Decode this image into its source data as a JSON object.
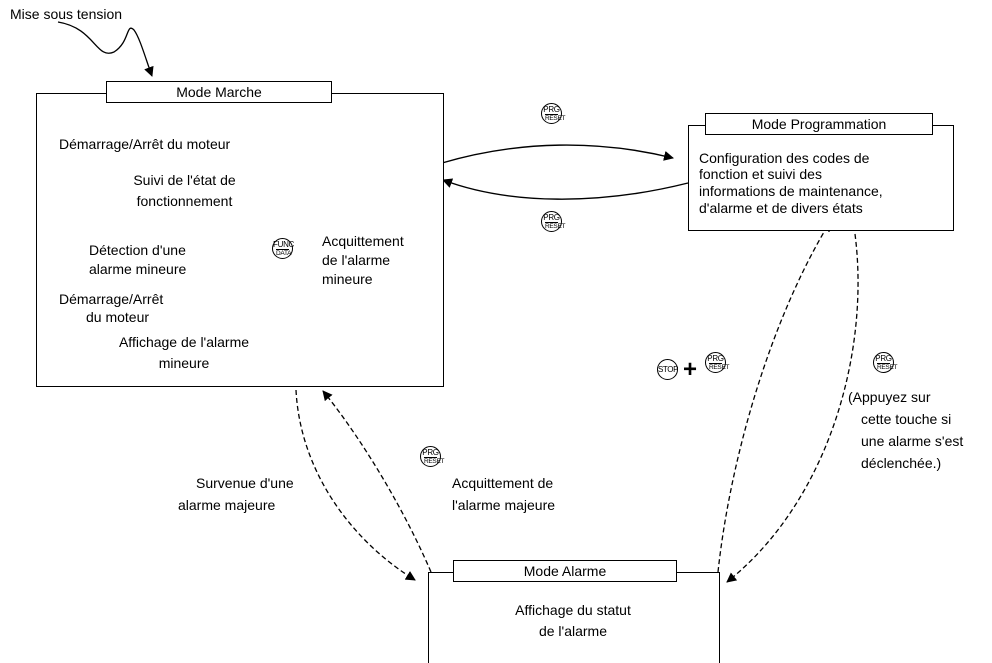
{
  "power_on_label": "Mise sous tension",
  "run_mode": {
    "title": "Mode Marche",
    "motor_start_stop": "Démarrage/Arrêt du moteur",
    "status_monitor": [
      "Suivi de l'état de",
      "fonctionnement"
    ],
    "minor_alarm_detect": [
      "Détection d'une",
      "alarme mineure"
    ],
    "motor_start_stop_2": [
      "Démarrage/Arrêt",
      "du moteur"
    ],
    "minor_alarm_display": [
      "Affichage de l'alarme",
      "mineure"
    ]
  },
  "minor_alarm_ack": [
    "Acquittement",
    "de l'alarme",
    "mineure"
  ],
  "program_mode": {
    "title": "Mode Programmation",
    "description": [
      "Configuration des codes de",
      "fonction et suivi des",
      "informations de maintenance,",
      "d'alarme et de divers états"
    ]
  },
  "alarm_mode": {
    "title": "Mode Alarme",
    "description": [
      "Affichage du statut",
      "de l'alarme"
    ]
  },
  "major_alarm_occur": [
    "Survenue d'une",
    "alarme majeure"
  ],
  "major_alarm_ack": [
    "Acquittement de",
    "l'alarme majeure"
  ],
  "press_note": [
    "(Appuyez sur",
    "cette touche si",
    "une alarme s'est",
    "déclenchée.)"
  ],
  "keys": {
    "prg_top": "PRG",
    "reset_bottom": "RESET",
    "func_top": "FUNC",
    "data_bottom": "DATA",
    "stop": "STOP",
    "plus": "+"
  }
}
